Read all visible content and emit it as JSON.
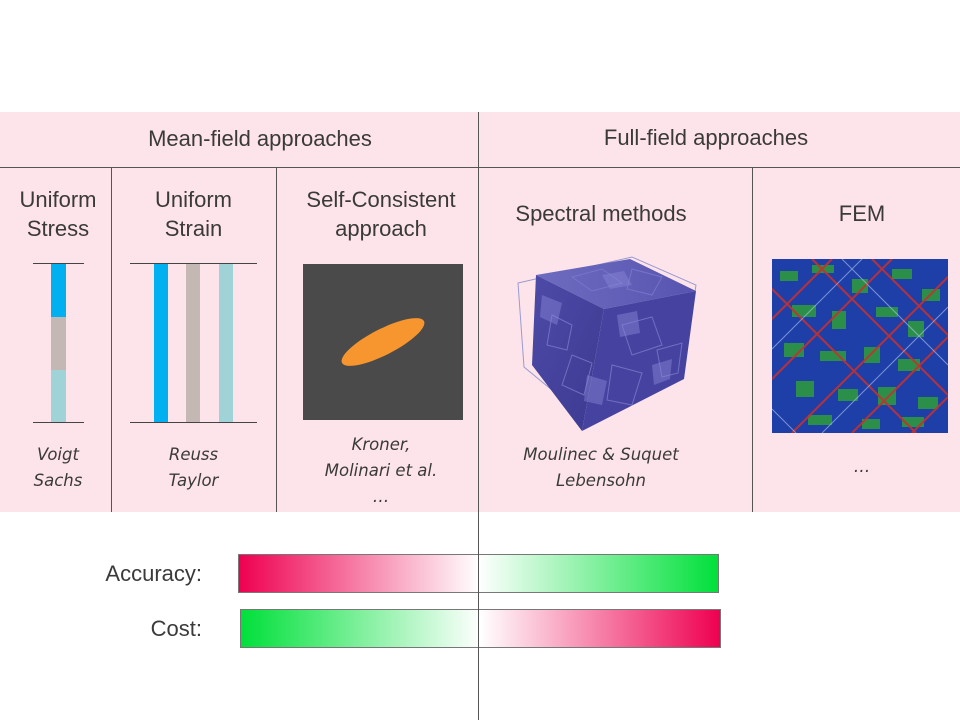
{
  "headers": {
    "mean_field": "Mean-field approaches",
    "full_field": "Full-field approaches"
  },
  "columns": [
    {
      "title_l1": "Uniform",
      "title_l2": "Stress",
      "ref_l1": "Voigt",
      "ref_l2": "Sachs",
      "ref_l3": ""
    },
    {
      "title_l1": "Uniform",
      "title_l2": "Strain",
      "ref_l1": "Reuss",
      "ref_l2": "Taylor",
      "ref_l3": ""
    },
    {
      "title_l1": "Self-Consistent",
      "title_l2": "approach",
      "ref_l1": "Kroner,",
      "ref_l2": "Molinari et al.",
      "ref_l3": "…"
    },
    {
      "title_l1": "Spectral methods",
      "title_l2": "",
      "ref_l1": "Moulinec & Suquet",
      "ref_l2": "Lebensohn",
      "ref_l3": ""
    },
    {
      "title_l1": "FEM",
      "title_l2": "",
      "ref_l1": "…",
      "ref_l2": "",
      "ref_l3": ""
    }
  ],
  "scales": {
    "accuracy_label": "Accuracy:",
    "cost_label": "Cost:"
  },
  "colors": {
    "panel_bg": "#fde4ea",
    "phase_blue": "#00b0f0",
    "phase_gray": "#c4b8b4",
    "phase_teal": "#9fd3d8",
    "ellipse": "#f7962e",
    "dark_box": "#4a4a4a",
    "high": "#00e03a",
    "low": "#ee0050"
  }
}
